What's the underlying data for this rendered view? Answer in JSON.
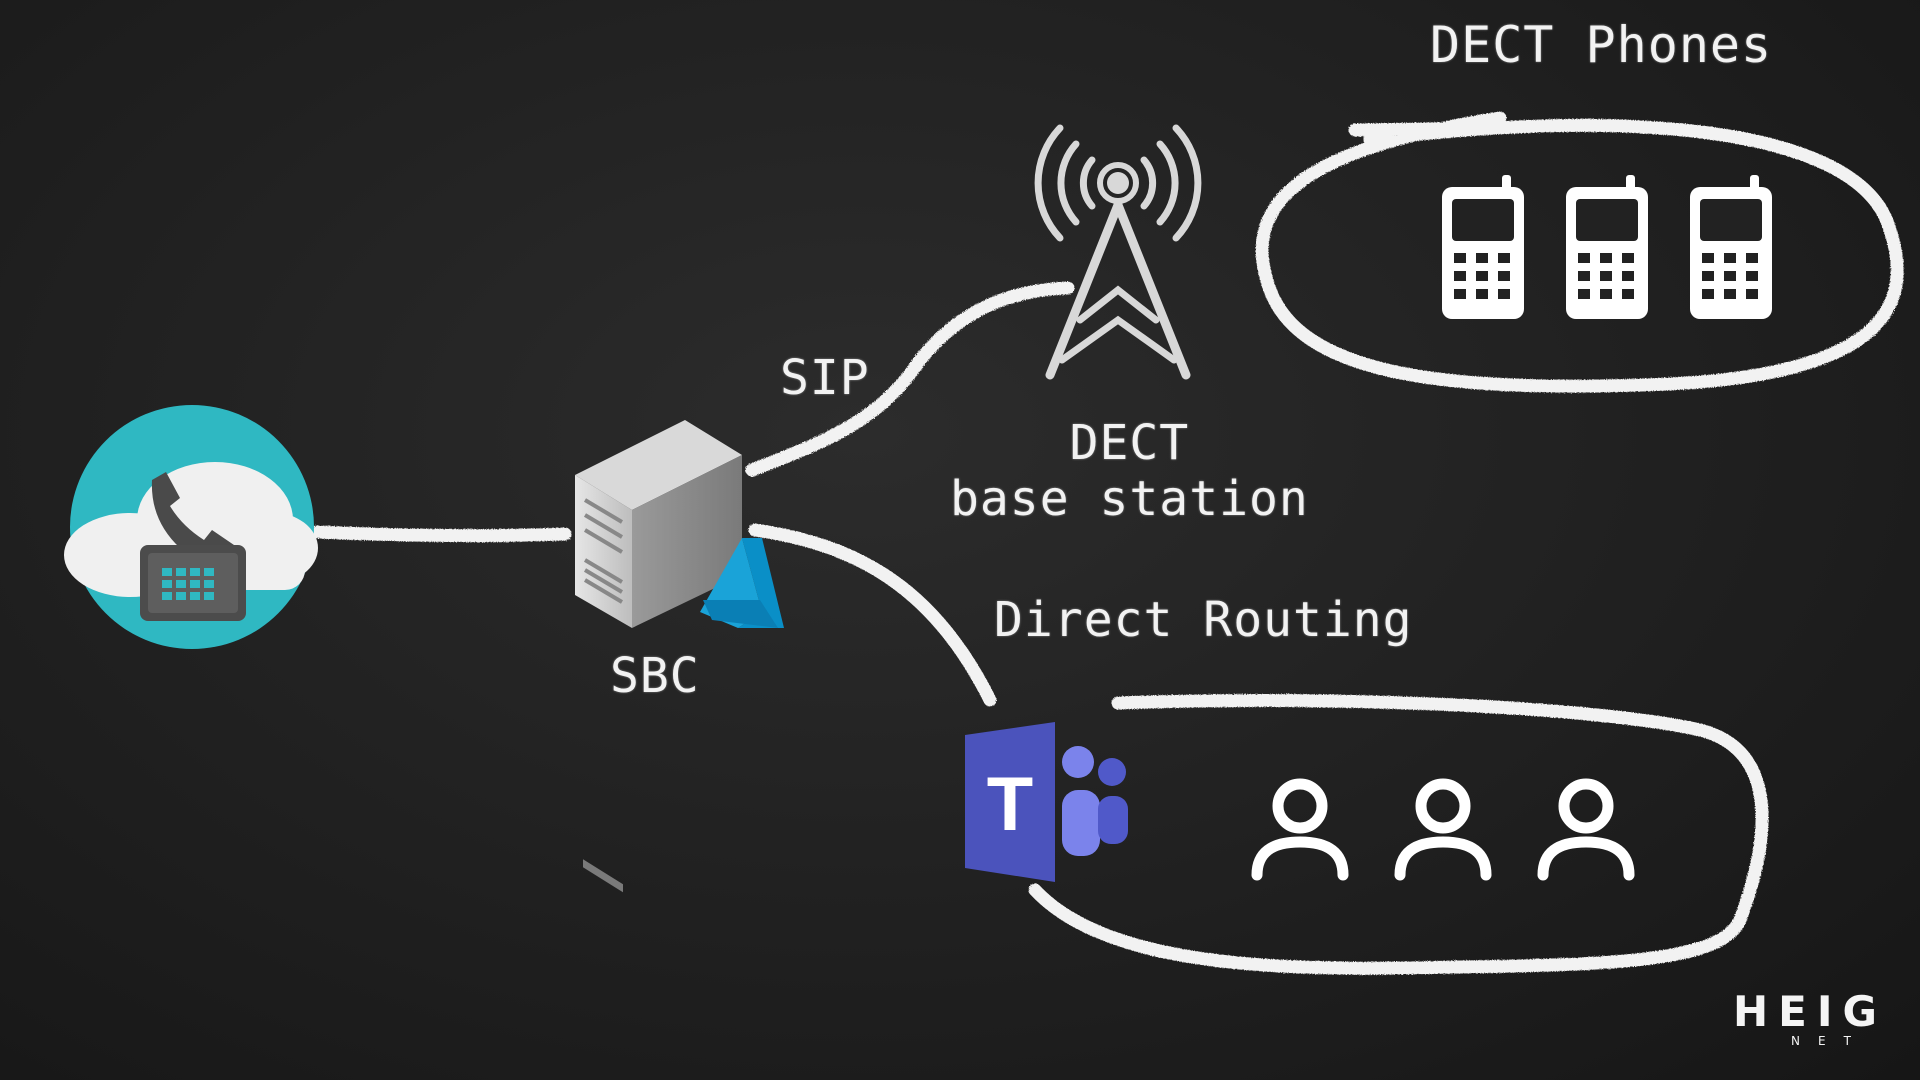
{
  "diagram": {
    "labels": {
      "dect_phones": "DECT Phones",
      "sip": "SIP",
      "dect_base_line1": "DECT",
      "dect_base_line2": "base station",
      "direct_routing": "Direct Routing",
      "sbc": "SBC"
    },
    "nodes": [
      {
        "id": "cloud-pbx",
        "icon": "cloud-phone-icon"
      },
      {
        "id": "sbc",
        "icon": "server-icon",
        "badge": "azure-logo-icon"
      },
      {
        "id": "dect-base-station",
        "icon": "radio-tower-icon"
      },
      {
        "id": "teams",
        "icon": "teams-logo-icon"
      }
    ],
    "groups": {
      "dect_phones": {
        "count": 3,
        "icon": "mobile-phone-icon"
      },
      "teams_users": {
        "count": 3,
        "icon": "user-icon"
      }
    },
    "colors": {
      "chalk": "#f2f2f2",
      "cloud_circle": "#2fb8c2",
      "azure": "#0a8fc7",
      "teams": "#5059c9"
    }
  },
  "logo": {
    "main": "HEIG",
    "sub": "NET"
  }
}
